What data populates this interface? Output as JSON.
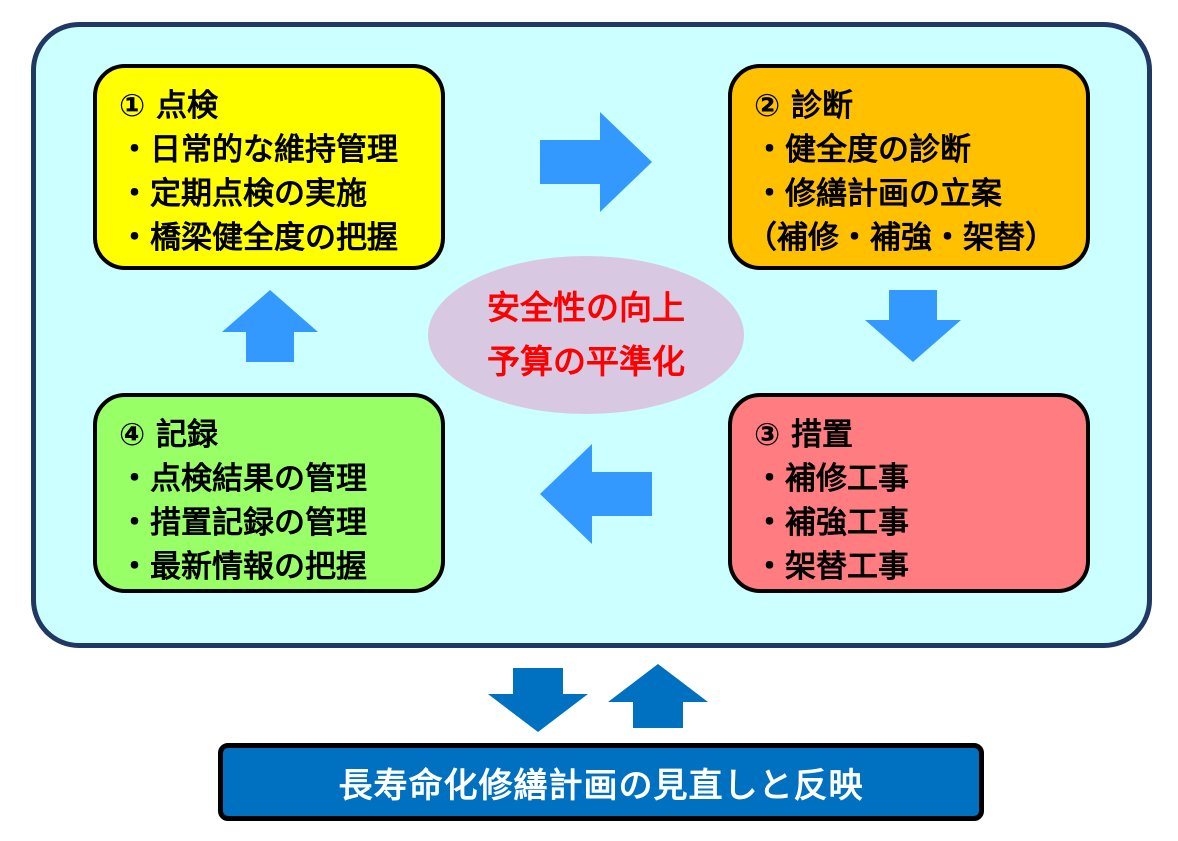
{
  "colors": {
    "panel_bg": "#ccffff",
    "panel_border": "#1f3864",
    "box1_bg": "#ffff00",
    "box2_bg": "#ffc000",
    "box3_bg": "#ff7c80",
    "box4_bg": "#99ff66",
    "arrow_light": "#3399ff",
    "arrow_dark": "#0070c0",
    "center_text": "#ff0000",
    "center_bg": "#d9c8e2"
  },
  "box1": {
    "title": "① 点検",
    "items": [
      "・日常的な維持管理",
      "・定期点検の実施",
      "・橋梁健全度の把握"
    ]
  },
  "box2": {
    "title": "② 診断",
    "items": [
      "・健全度の診断",
      "・修繕計画の立案",
      "（補修・補強・架替）"
    ]
  },
  "box3": {
    "title": "③ 措置",
    "items": [
      "・補修工事",
      "・補強工事",
      "・架替工事"
    ]
  },
  "box4": {
    "title": "④ 記録",
    "items": [
      "・点検結果の管理",
      "・措置記録の管理",
      "・最新情報の把握"
    ]
  },
  "center": {
    "line1": "安全性の向上",
    "line2": "予算の平準化"
  },
  "footer": {
    "label": "長寿命化修繕計画の見直しと反映"
  }
}
